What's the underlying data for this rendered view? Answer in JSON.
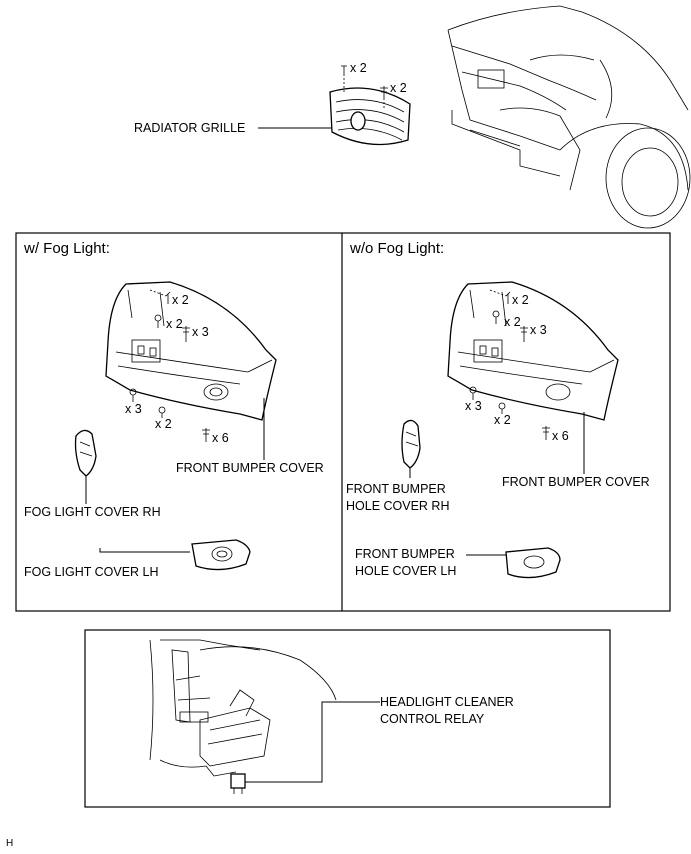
{
  "top": {
    "label_radiator_grille": "RADIATOR GRILLE",
    "qty_clip": "x 2",
    "qty_screw": "x 2"
  },
  "panel_fog": {
    "heading": "w/ Fog Light:",
    "qty": [
      "x 2",
      "x 2",
      "x 3",
      "x 3",
      "x 2",
      "x 6"
    ],
    "label_front_bumper_cover": "FRONT BUMPER COVER",
    "label_cover_rh": "FOG LIGHT COVER RH",
    "label_cover_lh": "FOG LIGHT COVER LH"
  },
  "panel_nofog": {
    "heading": "w/o Fog Light:",
    "qty": [
      "x 2",
      "x 2",
      "x 3",
      "x 3",
      "x 2",
      "x 6"
    ],
    "label_front_bumper_cover": "FRONT BUMPER COVER",
    "label_hole_rh_1": "FRONT BUMPER",
    "label_hole_rh_2": "HOLE COVER RH",
    "label_hole_lh_1": "FRONT BUMPER",
    "label_hole_lh_2": "HOLE COVER LH"
  },
  "bottom": {
    "label_relay_1": "HEADLIGHT CLEANER",
    "label_relay_2": "CONTROL RELAY"
  },
  "footer_code": "H"
}
